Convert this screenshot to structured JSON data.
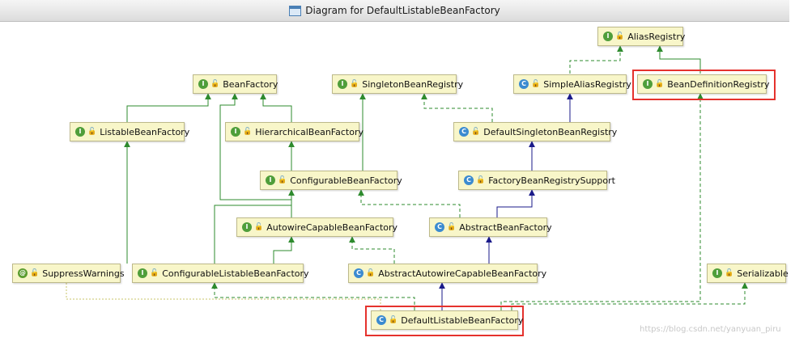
{
  "window": {
    "title": "Diagram for DefaultListableBeanFactory"
  },
  "colors": {
    "interface_edge": "#2e8b2e",
    "class_edge": "#1a1a8a",
    "node_fill": "#f8f6c9",
    "highlight": "#e5322d"
  },
  "nodes": {
    "alias_registry": {
      "label": "AliasRegistry",
      "kind": "I"
    },
    "bean_factory": {
      "label": "BeanFactory",
      "kind": "I"
    },
    "singleton_bean_registry": {
      "label": "SingletonBeanRegistry",
      "kind": "I"
    },
    "simple_alias_registry": {
      "label": "SimpleAliasRegistry",
      "kind": "C"
    },
    "bean_definition_registry": {
      "label": "BeanDefinitionRegistry",
      "kind": "I"
    },
    "listable_bean_factory": {
      "label": "ListableBeanFactory",
      "kind": "I"
    },
    "hierarchical_bean_factory": {
      "label": "HierarchicalBeanFactory",
      "kind": "I"
    },
    "default_singleton_bean_registry": {
      "label": "DefaultSingletonBeanRegistry",
      "kind": "C"
    },
    "configurable_bean_factory": {
      "label": "ConfigurableBeanFactory",
      "kind": "I"
    },
    "factory_bean_registry_support": {
      "label": "FactoryBeanRegistrySupport",
      "kind": "C"
    },
    "autowire_capable_bean_factory": {
      "label": "AutowireCapableBeanFactory",
      "kind": "I"
    },
    "abstract_bean_factory": {
      "label": "AbstractBeanFactory",
      "kind": "C"
    },
    "suppress_warnings": {
      "label": "SuppressWarnings",
      "kind": "@"
    },
    "configurable_listable_bean_factory": {
      "label": "ConfigurableListableBeanFactory",
      "kind": "I"
    },
    "abstract_autowire_capable_bean_factory": {
      "label": "AbstractAutowireCapableBeanFactory",
      "kind": "C"
    },
    "serializable": {
      "label": "Serializable",
      "kind": "I"
    },
    "default_listable_bean_factory": {
      "label": "DefaultListableBeanFactory",
      "kind": "C"
    }
  },
  "watermark": "https://blog.csdn.net/yanyuan_piru"
}
